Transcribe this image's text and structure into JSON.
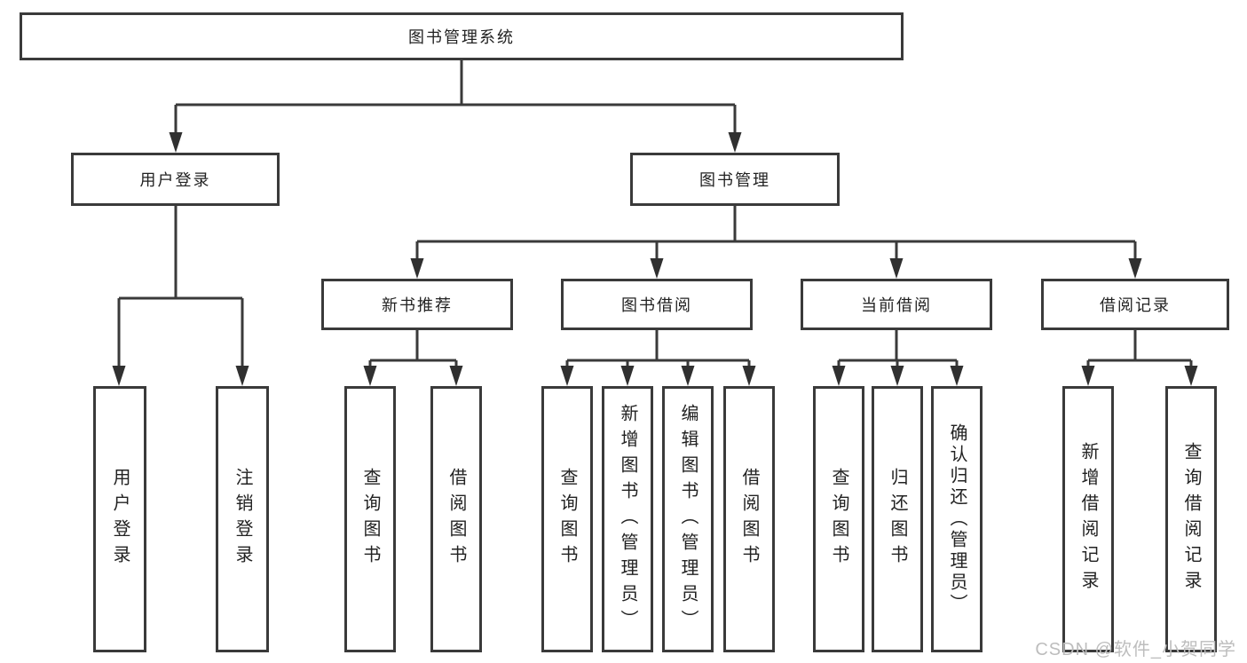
{
  "diagram_title": "图书管理系统",
  "tree": {
    "label": "图书管理系统",
    "children": [
      {
        "label": "用户登录",
        "children": [
          {
            "label": "用户登录"
          },
          {
            "label": "注销登录"
          }
        ]
      },
      {
        "label": "图书管理",
        "children": [
          {
            "label": "新书推荐",
            "children": [
              {
                "label": "查询图书"
              },
              {
                "label": "借阅图书"
              }
            ]
          },
          {
            "label": "图书借阅",
            "children": [
              {
                "label": "查询图书"
              },
              {
                "label": "新增图书（管理员）"
              },
              {
                "label": "编辑图书（管理员）"
              },
              {
                "label": "借阅图书"
              }
            ]
          },
          {
            "label": "当前借阅",
            "children": [
              {
                "label": "查询图书"
              },
              {
                "label": "归还图书"
              },
              {
                "label": "确认归还（管理员）"
              }
            ]
          },
          {
            "label": "借阅记录",
            "children": [
              {
                "label": "新增借阅记录"
              },
              {
                "label": "查询借阅记录"
              }
            ]
          }
        ]
      }
    ]
  },
  "watermark": {
    "text": "CSDN @软件_小贺同学"
  },
  "colors": {
    "line": "#3a3a3a",
    "border": "#3a3a3a",
    "text": "#222222",
    "watermark": "#bdbdbd",
    "background": "#ffffff"
  }
}
